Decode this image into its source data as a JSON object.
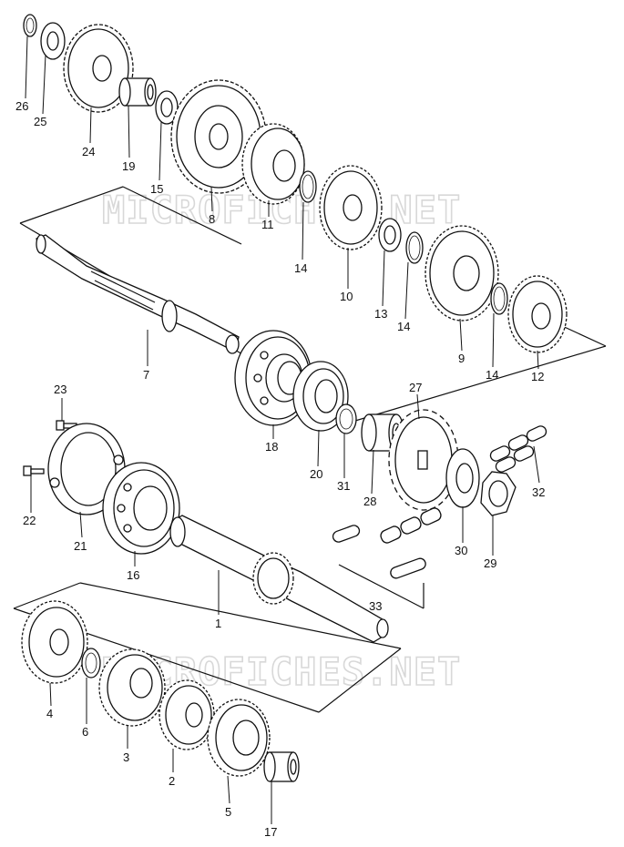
{
  "watermark": "MICROFICHES.NET",
  "parts": [
    {
      "id": "p26",
      "label": "26",
      "name": "circlip",
      "shape": "ring"
    },
    {
      "id": "p25",
      "label": "25",
      "name": "washer",
      "shape": "washer"
    },
    {
      "id": "p24",
      "label": "24",
      "name": "gear",
      "shape": "gear"
    },
    {
      "id": "p19",
      "label": "19",
      "name": "bushing",
      "shape": "cyl"
    },
    {
      "id": "p15",
      "label": "15",
      "name": "washer",
      "shape": "washer"
    },
    {
      "id": "p8",
      "label": "8",
      "name": "gear",
      "shape": "gear"
    },
    {
      "id": "p11",
      "label": "11",
      "name": "gear",
      "shape": "gear"
    },
    {
      "id": "p14a",
      "label": "14",
      "name": "circlip",
      "shape": "ring"
    },
    {
      "id": "p10",
      "label": "10",
      "name": "gear",
      "shape": "gear"
    },
    {
      "id": "p13",
      "label": "13",
      "name": "washer",
      "shape": "washer"
    },
    {
      "id": "p14b",
      "label": "14",
      "name": "circlip",
      "shape": "ring"
    },
    {
      "id": "p9",
      "label": "9",
      "name": "gear",
      "shape": "gear"
    },
    {
      "id": "p14c",
      "label": "14",
      "name": "circlip",
      "shape": "ring"
    },
    {
      "id": "p12",
      "label": "12",
      "name": "gear",
      "shape": "gear"
    },
    {
      "id": "p7",
      "label": "7",
      "name": "shaft",
      "shape": "shaft"
    },
    {
      "id": "p18",
      "label": "18",
      "name": "bearing",
      "shape": "bearing"
    },
    {
      "id": "p20",
      "label": "20",
      "name": "oil-seal",
      "shape": "seal"
    },
    {
      "id": "p31",
      "label": "31",
      "name": "o-ring",
      "shape": "ring"
    },
    {
      "id": "p28",
      "label": "28",
      "name": "spacer",
      "shape": "cyl"
    },
    {
      "id": "p27",
      "label": "27",
      "name": "sprocket",
      "shape": "gear"
    },
    {
      "id": "p30",
      "label": "30",
      "name": "washer",
      "shape": "washer"
    },
    {
      "id": "p29",
      "label": "29",
      "name": "nut",
      "shape": "nut"
    },
    {
      "id": "p32",
      "label": "32",
      "name": "chain",
      "shape": "chain"
    },
    {
      "id": "p33",
      "label": "33",
      "name": "chain-joint",
      "shape": "chain"
    },
    {
      "id": "p23",
      "label": "23",
      "name": "bolt",
      "shape": "bolt"
    },
    {
      "id": "p22",
      "label": "22",
      "name": "bolt",
      "shape": "bolt"
    },
    {
      "id": "p21",
      "label": "21",
      "name": "retainer-plate",
      "shape": "plate"
    },
    {
      "id": "p16",
      "label": "16",
      "name": "bearing",
      "shape": "bearing"
    },
    {
      "id": "p1",
      "label": "1",
      "name": "shaft",
      "shape": "shaft"
    },
    {
      "id": "p4",
      "label": "4",
      "name": "gear",
      "shape": "gear"
    },
    {
      "id": "p6",
      "label": "6",
      "name": "circlip",
      "shape": "ring"
    },
    {
      "id": "p3",
      "label": "3",
      "name": "gear",
      "shape": "gear"
    },
    {
      "id": "p2",
      "label": "2",
      "name": "gear",
      "shape": "gear"
    },
    {
      "id": "p5",
      "label": "5",
      "name": "gear",
      "shape": "gear"
    },
    {
      "id": "p17",
      "label": "17",
      "name": "bushing",
      "shape": "cyl"
    }
  ]
}
